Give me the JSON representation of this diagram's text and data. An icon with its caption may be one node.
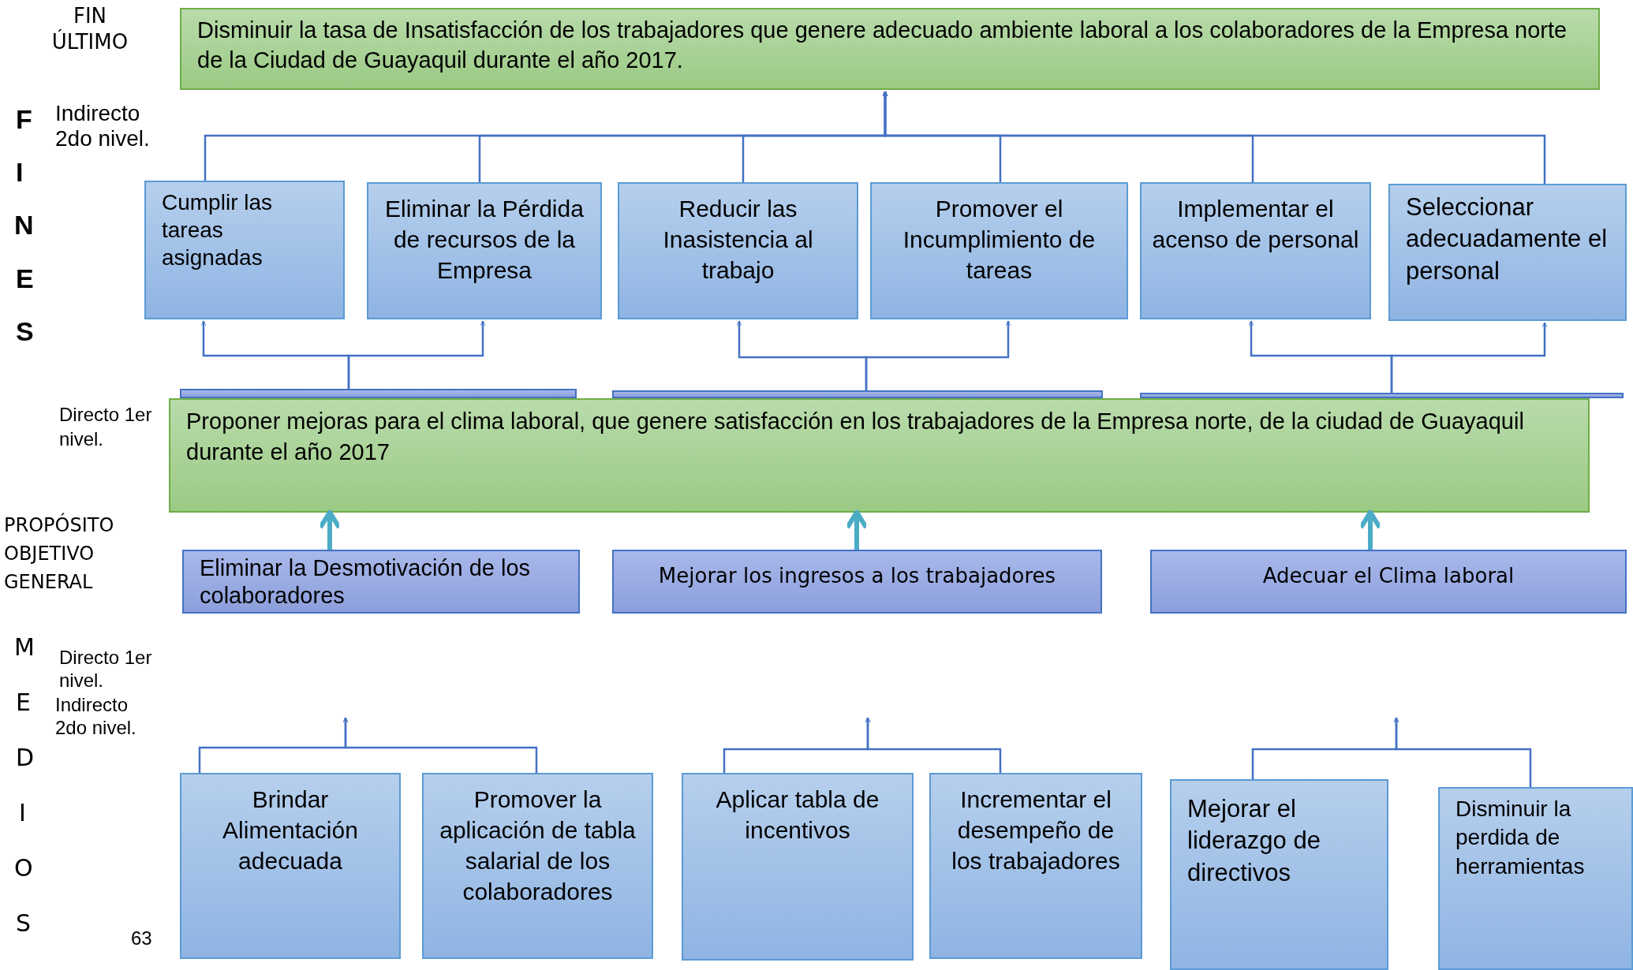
{
  "diagram": {
    "nodes": [
      {
        "text": [
          "Disminuir la tasa de Insatisfacción de los trabajadores que genere adecuado ambiente laboral a los colaboradores de la Empresa norte de la Ciudad de Guayaquil durante el año 2017."
        ]
      },
      {
        "text": [
          "Cumplir las tareas asignadas"
        ]
      },
      {
        "text": [
          "Eliminar la Pérdida de recursos de la Empresa"
        ]
      },
      {
        "text": [
          "Reducir las Inasistencia al trabajo"
        ]
      },
      {
        "text": [
          "Promover el Incumplimiento de tareas"
        ]
      },
      {
        "text": [
          "Implementar el acenso de personal"
        ]
      },
      {
        "text": [
          "Seleccionar adecuadamente el personal"
        ]
      },
      {
        "text": [],
        "shape": "box"
      },
      {
        "text": [],
        "shape": "box"
      },
      {
        "text": [],
        "shape": "box"
      },
      {
        "text": [
          "Proponer mejoras para el clima laboral, que genere satisfacción en los trabajadores de la Empresa norte, de la ciudad de Guayaquil durante el año 2017"
        ]
      },
      {
        "text": [
          "Eliminar la Desmotivación de los colaboradores"
        ]
      },
      {
        "text": [
          "Mejorar los ingresos a los trabajadores"
        ]
      },
      {
        "text": [
          "Adecuar el Clima laboral"
        ]
      },
      {
        "text": [
          "Brindar Alimentación adecuada"
        ]
      },
      {
        "text": [
          "Promover la aplicación de tabla salarial de los colaboradores"
        ]
      },
      {
        "text": [
          "Aplicar tabla de incentivos"
        ]
      },
      {
        "text": [
          "Incrementar el desempeño de los trabajadores"
        ]
      },
      {
        "text": [
          "Mejorar el liderazgo de directivos"
        ]
      },
      {
        "text": [
          "Disminuir la perdida de herramientas"
        ]
      }
    ],
    "edges": [
      {
        "from": 1,
        "to": 0,
        "arrow": "to"
      },
      {
        "from": 2,
        "to": 0,
        "arrow": "to"
      },
      {
        "from": 3,
        "to": 0,
        "arrow": "to"
      },
      {
        "from": 4,
        "to": 0,
        "arrow": "to"
      },
      {
        "from": 5,
        "to": 0,
        "arrow": "to"
      },
      {
        "from": 6,
        "to": 0,
        "arrow": "to"
      },
      {
        "from": 7,
        "to": 1,
        "arrow": "to"
      },
      {
        "from": 7,
        "to": 2,
        "arrow": "to"
      },
      {
        "from": 8,
        "to": 3,
        "arrow": "to"
      },
      {
        "from": 8,
        "to": 4,
        "arrow": "to"
      },
      {
        "from": 9,
        "to": 5,
        "arrow": "to"
      },
      {
        "from": 9,
        "to": 6,
        "arrow": "to"
      },
      {
        "from": 11,
        "to": 10,
        "arrow": "to",
        "style": "thick",
        "color": "#4bacc6"
      },
      {
        "from": 12,
        "to": 10,
        "arrow": "to",
        "style": "thick",
        "color": "#4bacc6"
      },
      {
        "from": 13,
        "to": 10,
        "arrow": "to",
        "style": "thick",
        "color": "#4bacc6"
      },
      {
        "from": 14,
        "to": null,
        "arrow": "to"
      },
      {
        "from": 15,
        "to": null,
        "arrow": "to"
      },
      {
        "from": 16,
        "to": null,
        "arrow": "to"
      },
      {
        "from": 17,
        "to": null,
        "arrow": "to"
      },
      {
        "from": 18,
        "to": null,
        "arrow": "to"
      },
      {
        "from": 19,
        "to": null,
        "arrow": "to"
      }
    ],
    "labels": [
      "FIN ÚLTIMO",
      "F",
      "Indirecto 2do nivel.",
      "I",
      "N",
      "E",
      "S",
      "Directo 1er nivel.",
      "PROPÓSITO OBJETIVO GENERAL",
      "M",
      "Directo 1er nivel.",
      "E",
      "Indirecto 2do nivel.",
      "D",
      "I",
      "O",
      "S",
      "63"
    ]
  }
}
